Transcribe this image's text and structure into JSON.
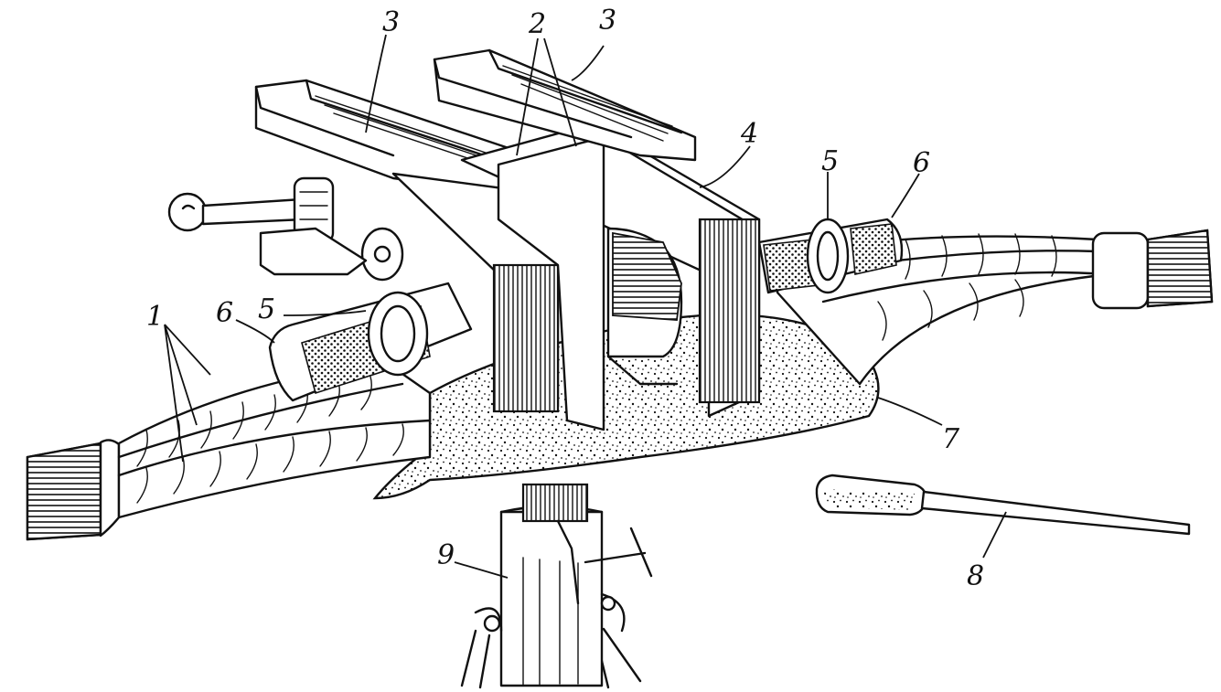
{
  "labels": {
    "l1": "1",
    "l2": "2",
    "l3a": "3",
    "l3b": "3",
    "l4": "4",
    "l5a": "5",
    "l5b": "5",
    "l6a": "6",
    "l6b": "6",
    "l7": "7",
    "l8": "8",
    "l9": "9"
  }
}
